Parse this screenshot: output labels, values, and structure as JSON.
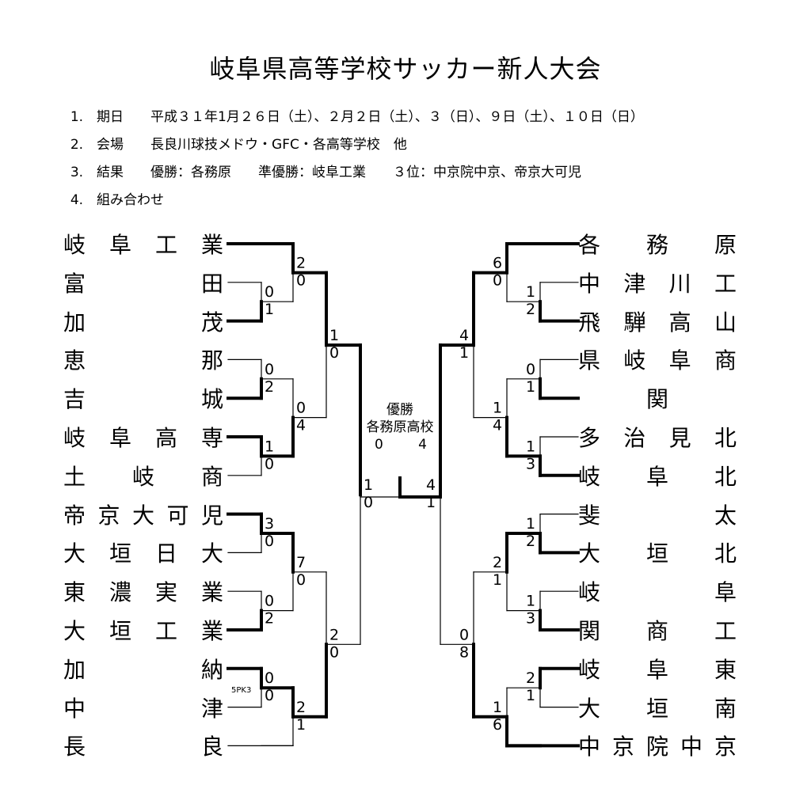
{
  "title": "岐阜県高等学校サッカー新人大会",
  "info": [
    {
      "no": "1.",
      "label": "期日",
      "text": "平成３１年1月２６日（土）、２月２日（土）、３（日）、９日（土）、１０日（日）"
    },
    {
      "no": "2.",
      "label": "会場",
      "text": "長良川球技メドウ・GFC・各高等学校　他"
    },
    {
      "no": "3.",
      "label": "結果",
      "text": "優勝：各務原　　準優勝：岐阜工業　　３位：中京院中京、帝京大可児"
    },
    {
      "no": "4.",
      "label": "組み合わせ",
      "text": ""
    }
  ],
  "left_teams": [
    "岐阜工業",
    "富田",
    "加茂",
    "恵那",
    "吉城",
    "岐阜高専",
    "土岐商",
    "帝京大可児",
    "大垣日大",
    "東濃実業",
    "大垣工業",
    "加納",
    "中津",
    "長良"
  ],
  "right_teams": [
    "各務原",
    "中津川工",
    "飛騨高山",
    "県岐阜商",
    "関",
    "多治見北",
    "岐阜北",
    "斐太",
    "大垣北",
    "岐阜",
    "関商工",
    "岐阜東",
    "大垣南",
    "中京院中京"
  ],
  "final": {
    "label": "優勝",
    "winner": "各務原高校",
    "score_left": "0",
    "score_right": "4"
  },
  "scores": {
    "l_r1_a": [
      "0",
      "1"
    ],
    "l_r1_b": [
      "0",
      "2"
    ],
    "l_r1_c": [
      "1",
      "0"
    ],
    "l_r1_d": [
      "3",
      "0"
    ],
    "l_r1_e": [
      "0",
      "2"
    ],
    "l_r1_f": [
      "0",
      "0"
    ],
    "l_r1_f_pk": "5PK3",
    "l_r2_a": [
      "2",
      "0"
    ],
    "l_r2_b": [
      "0",
      "4"
    ],
    "l_r2_c": [
      "7",
      "0"
    ],
    "l_r2_d": [
      "2",
      "1"
    ],
    "l_r3_a": [
      "1",
      "0"
    ],
    "l_r3_b": [
      "2",
      "0"
    ],
    "l_sf": [
      "1",
      "0"
    ],
    "r_r1_a": [
      "1",
      "2"
    ],
    "r_r1_b": [
      "0",
      "1"
    ],
    "r_r1_c": [
      "1",
      "3"
    ],
    "r_r1_d": [
      "1",
      "2"
    ],
    "r_r1_e": [
      "1",
      "3"
    ],
    "r_r1_f": [
      "2",
      "1"
    ],
    "r_r2_a": [
      "6",
      "0"
    ],
    "r_r2_b": [
      "1",
      "4"
    ],
    "r_r2_c": [
      "2",
      "1"
    ],
    "r_r2_d": [
      "1",
      "6"
    ],
    "r_r3_a": [
      "4",
      "1"
    ],
    "r_r3_b": [
      "0",
      "8"
    ],
    "r_sf": [
      "4",
      "1"
    ]
  }
}
